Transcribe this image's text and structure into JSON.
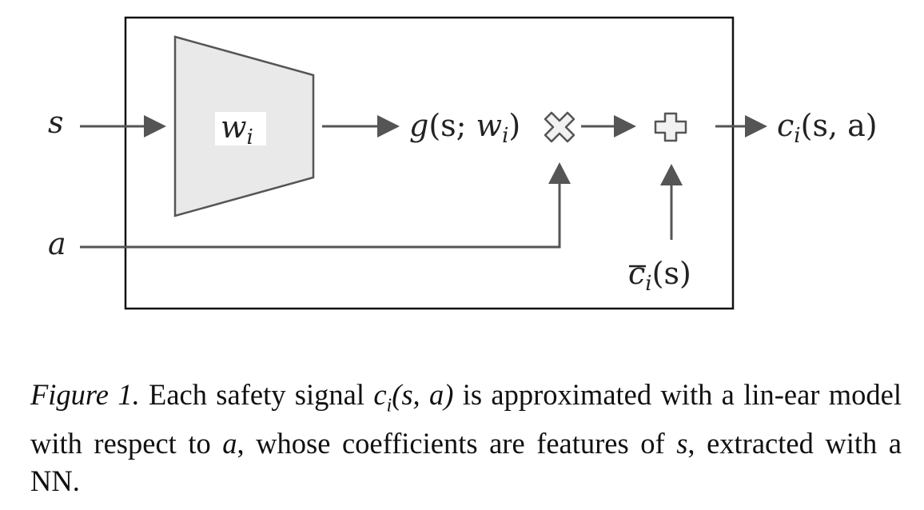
{
  "diagram": {
    "input_s": "s",
    "input_a": "a",
    "network_weight": "w",
    "network_weight_sub": "i",
    "feature_output": {
      "func": "g",
      "args_open": "(s; ",
      "w": "w",
      "sub": "i",
      "close": ")"
    },
    "bias_input": {
      "c": "c",
      "sub": "i",
      "args": "(s)"
    },
    "final_output": {
      "c": "c",
      "sub": "i",
      "args": "(s, a)"
    },
    "multiply_op": "multiply",
    "add_op": "add",
    "colors": {
      "stroke": "#555555",
      "trapezoid_fill": "#e9e9e9",
      "operator_fill": "#f2f2f2"
    }
  },
  "caption": {
    "label": "Figure 1.",
    "part1": " Each safety signal ",
    "math1_c": "c",
    "math1_sub": "i",
    "math1_args": "(s, a)",
    "part2": " is approximated with a lin-ear model with respect to ",
    "math2": "a",
    "part3": ", whose coefficients are features of ",
    "math3": "s",
    "part4": ", extracted with a NN."
  }
}
